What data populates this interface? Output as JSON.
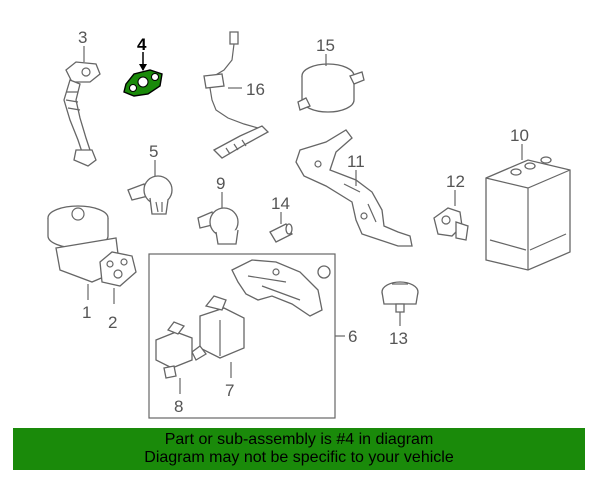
{
  "diagram": {
    "callouts": [
      {
        "id": "1",
        "label": "1"
      },
      {
        "id": "2",
        "label": "2"
      },
      {
        "id": "3",
        "label": "3"
      },
      {
        "id": "4",
        "label": "4"
      },
      {
        "id": "5",
        "label": "5"
      },
      {
        "id": "6",
        "label": "6"
      },
      {
        "id": "7",
        "label": "7"
      },
      {
        "id": "8",
        "label": "8"
      },
      {
        "id": "9",
        "label": "9"
      },
      {
        "id": "10",
        "label": "10"
      },
      {
        "id": "11",
        "label": "11"
      },
      {
        "id": "12",
        "label": "12"
      },
      {
        "id": "13",
        "label": "13"
      },
      {
        "id": "14",
        "label": "14"
      },
      {
        "id": "15",
        "label": "15"
      },
      {
        "id": "16",
        "label": "16"
      }
    ],
    "highlighted_part": "4",
    "highlight_color": "#1a8a0a",
    "line_color": "#666666"
  },
  "banner": {
    "line1": "Part or sub-assembly is #4 in diagram",
    "line2": "Diagram may not be specific to your vehicle",
    "background": "#1a8a0a"
  }
}
